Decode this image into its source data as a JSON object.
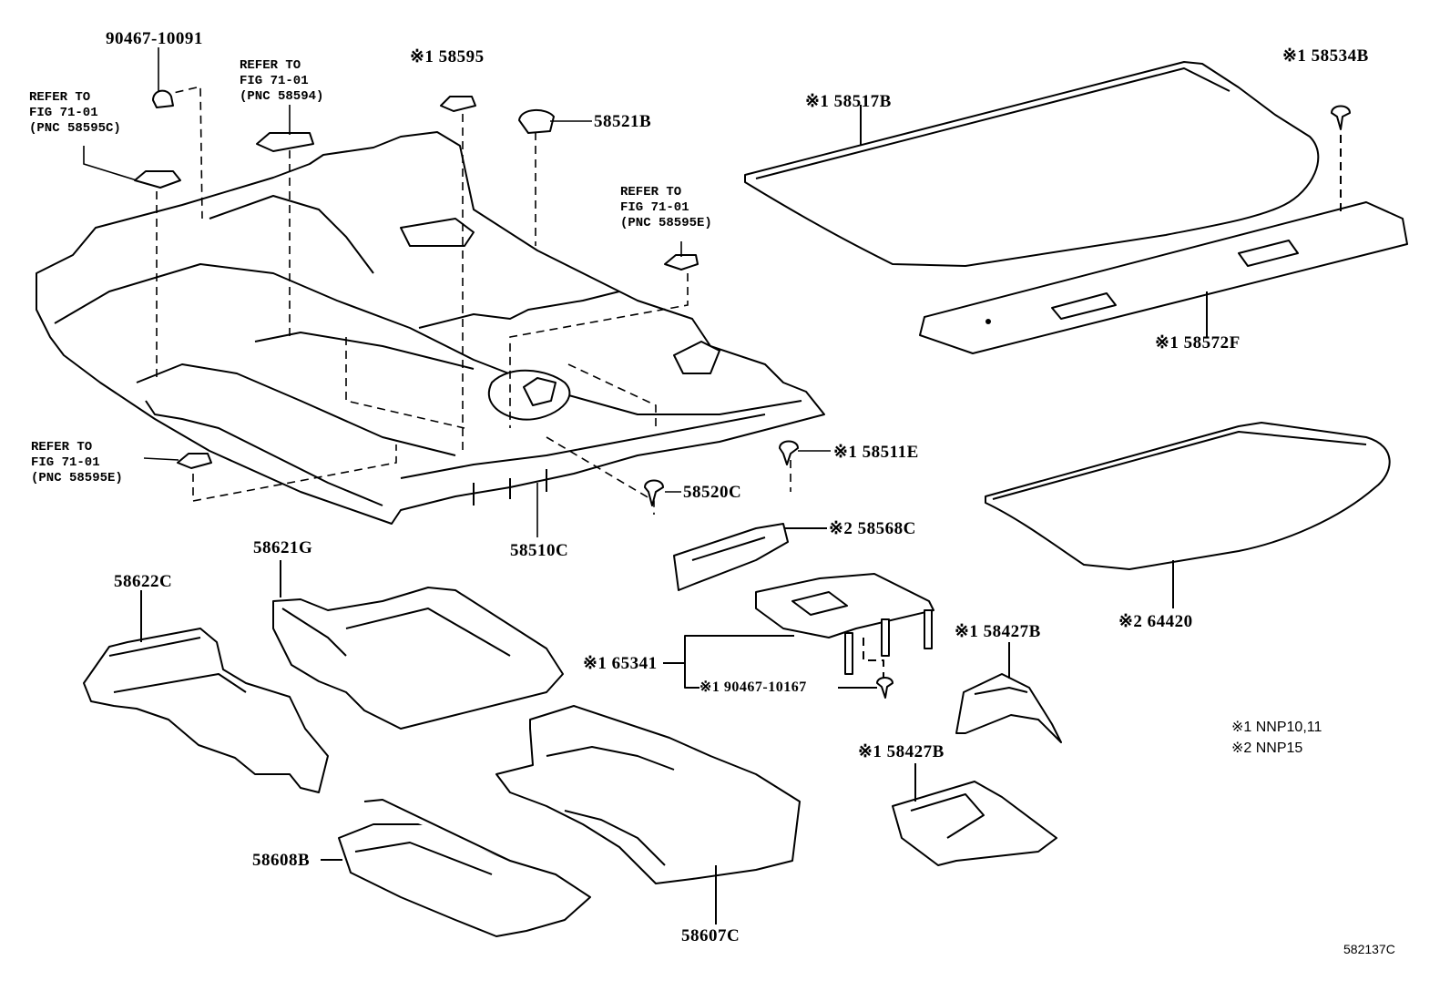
{
  "labels": {
    "p90467_10091": "90467-10091",
    "p58595": "※1 58595",
    "p58521B": "58521B",
    "p58517B": "※1 58517B",
    "p58534B": "※1 58534B",
    "p58572F": "※1 58572F",
    "p58511E": "※1 58511E",
    "p58520C": "58520C",
    "p58510C": "58510C",
    "p58568C": "※2 58568C",
    "p64420": "※2 64420",
    "p58621G": "58621G",
    "p58622C": "58622C",
    "p65341": "※1 65341",
    "p90467_10167": "※1 90467-10167",
    "p58427B_a": "※1 58427B",
    "p58427B_b": "※1 58427B",
    "p58608B": "58608B",
    "p58607C": "58607C"
  },
  "references": {
    "ref_58594": "REFER TO\nFIG 71-01\n(PNC 58594)",
    "ref_58595C": "REFER TO\nFIG 71-01\n(PNC 58595C)",
    "ref_58595E_right": "REFER TO\nFIG 71-01\n(PNC 58595E)",
    "ref_58595E_left": "REFER TO\nFIG 71-01\n(PNC 58595E)"
  },
  "legend": {
    "note1": "※1 NNP10,11",
    "note2": "※2 NNP15"
  },
  "figure_code": "582137C",
  "icons": [
    "floor-carpet-icon",
    "deck-board-icon",
    "tray-icon",
    "clip-icon",
    "silencer-pad-icon"
  ]
}
